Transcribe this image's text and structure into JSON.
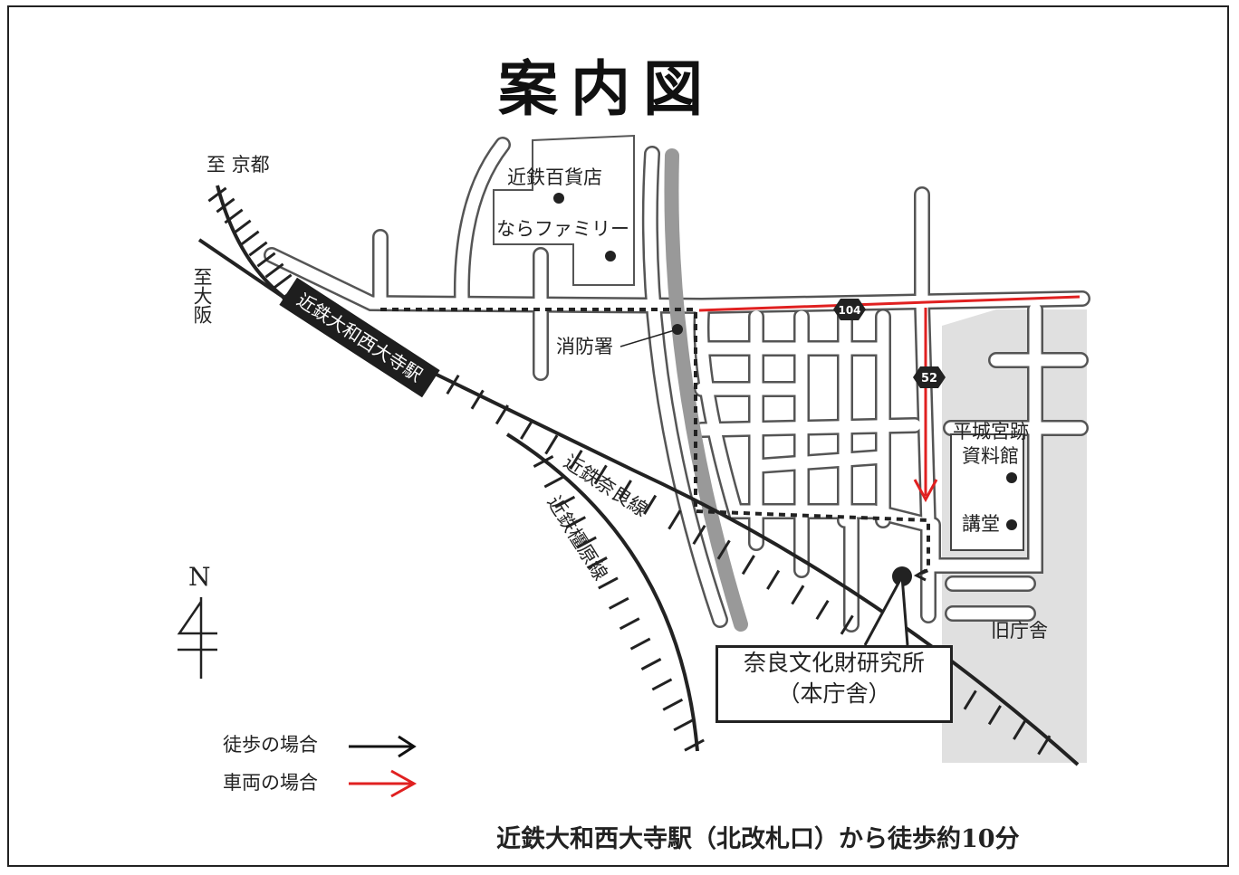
{
  "title": "案内図",
  "labels": {
    "kyoto": "至 京都",
    "osaka": "至大阪",
    "station": "近鉄大和西大寺駅",
    "dept_store": "近鉄百貨店",
    "nara_family": "ならファミリー",
    "fire_station": "消防署",
    "nara_line": "近鉄奈良線",
    "kashihara_line": "近鉄橿原線",
    "museum_line1": "平城宮跡",
    "museum_line2": "資料館",
    "lecture_hall": "講堂",
    "old_office": "旧庁舎",
    "route_104": "104",
    "route_52": "52",
    "north": "N"
  },
  "destination": {
    "line1": "奈良文化財研究所",
    "line2": "（本庁舎）"
  },
  "legend": {
    "walk": "徒歩の場合",
    "car": "車両の場合",
    "walk_color": "#111111",
    "car_color": "#e02020"
  },
  "footer": "近鉄大和西大寺駅（北改札口）から徒歩約10分"
}
